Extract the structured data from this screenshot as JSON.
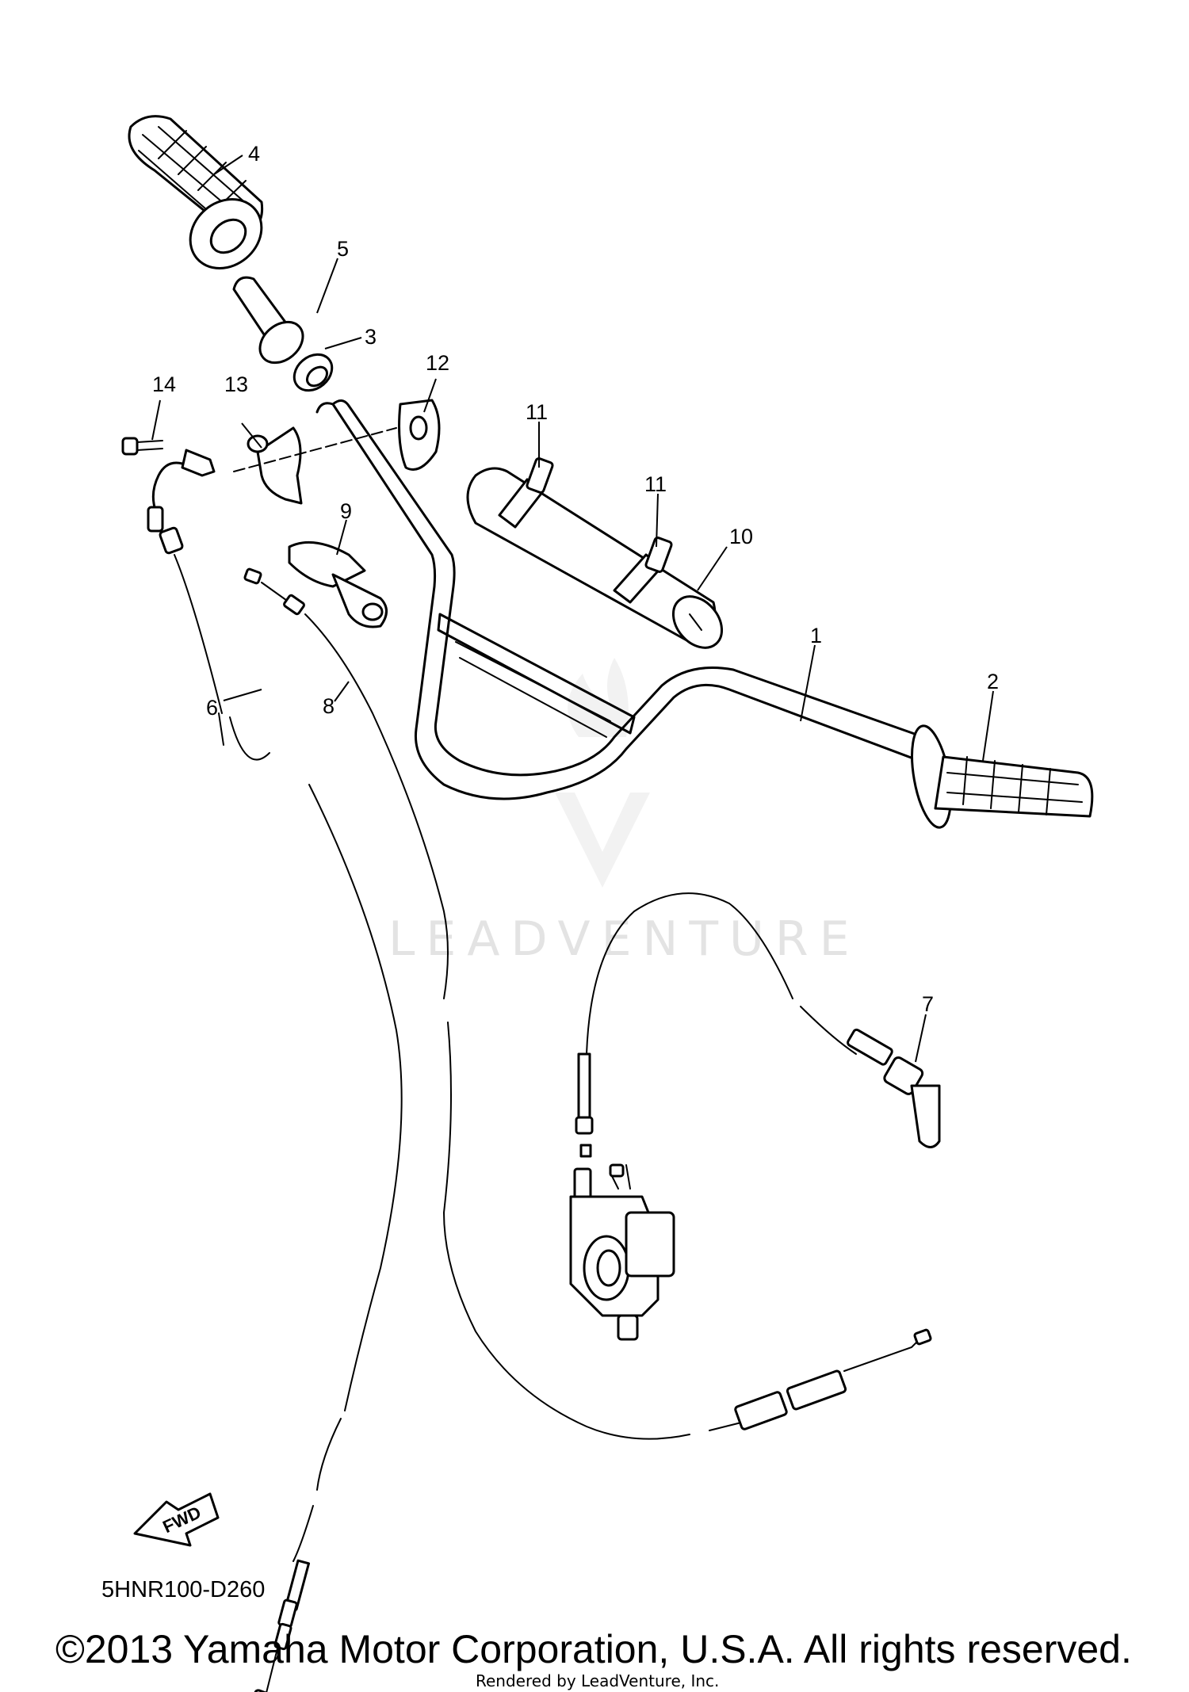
{
  "diagram": {
    "callouts": [
      {
        "id": "1",
        "text": "1"
      },
      {
        "id": "2",
        "text": "2"
      },
      {
        "id": "3",
        "text": "3"
      },
      {
        "id": "4",
        "text": "4"
      },
      {
        "id": "5",
        "text": "5"
      },
      {
        "id": "6",
        "text": "6"
      },
      {
        "id": "7",
        "text": "7"
      },
      {
        "id": "8",
        "text": "8"
      },
      {
        "id": "9",
        "text": "9"
      },
      {
        "id": "10",
        "text": "10"
      },
      {
        "id": "11a",
        "text": "11"
      },
      {
        "id": "11b",
        "text": "11"
      },
      {
        "id": "12",
        "text": "12"
      },
      {
        "id": "13",
        "text": "13"
      },
      {
        "id": "14",
        "text": "14"
      }
    ],
    "fwd_label": "FWD",
    "diagram_code": "5HNR100-D260",
    "watermark": "LEADVENTURE",
    "copyright": "©2013 Yamaha Motor Corporation, U.S.A. All rights reserved.",
    "rendered_by": "Rendered by LeadVenture, Inc."
  }
}
